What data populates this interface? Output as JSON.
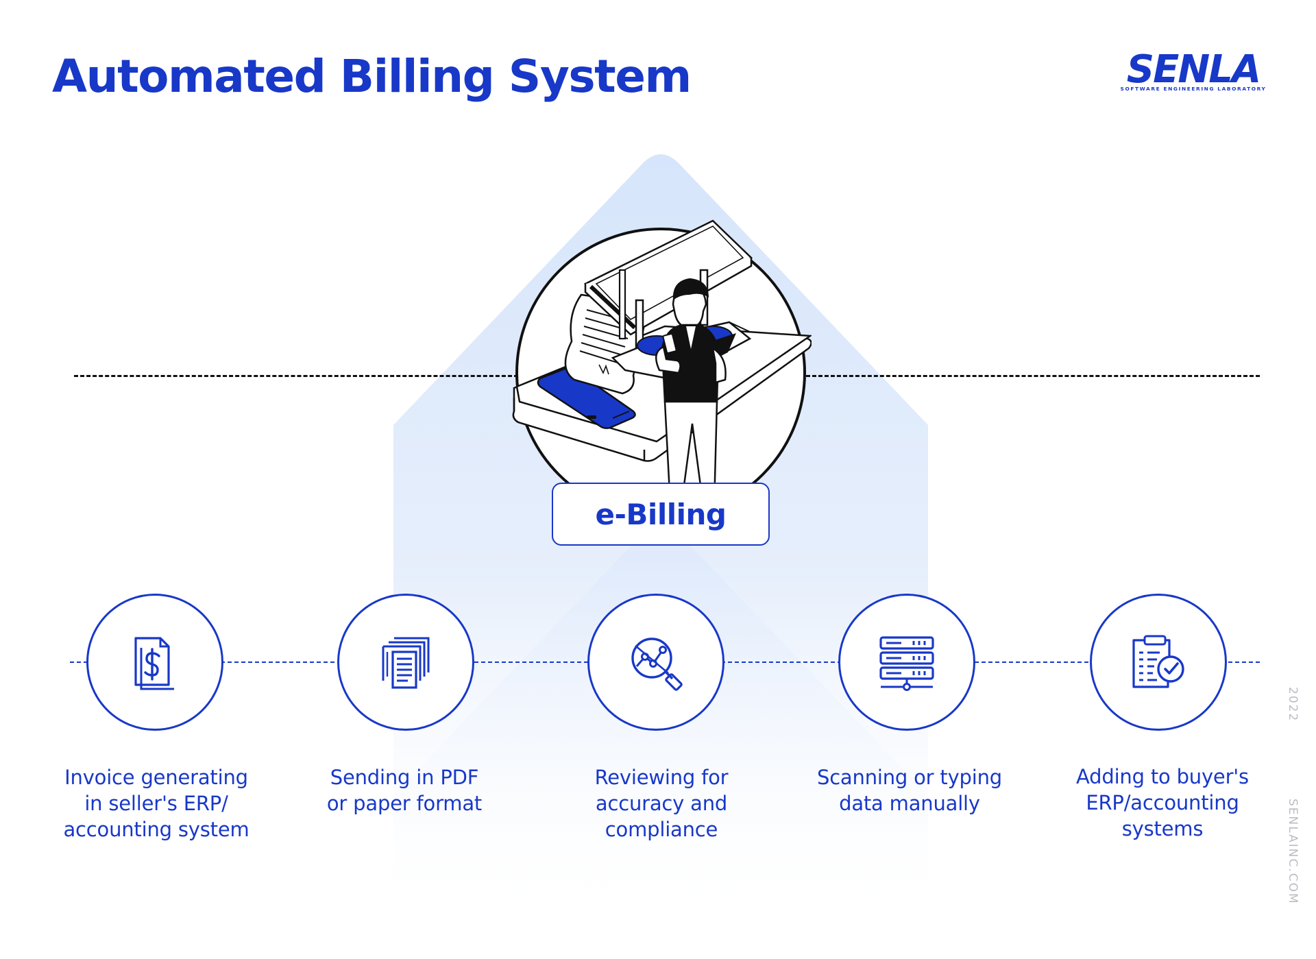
{
  "header": {
    "title": "Automated Billing System",
    "logo_word": "SENLA",
    "logo_subtitle": "SOFTWARE ENGINEERING LABORATORY"
  },
  "center": {
    "label": "e-Billing"
  },
  "steps": [
    {
      "label": "Invoice generating\nin seller's ERP/\naccounting system",
      "icon": "invoice-dollar-icon"
    },
    {
      "label": "Sending in PDF\nor paper format",
      "icon": "paper-documents-icon"
    },
    {
      "label": "Reviewing for\naccuracy and\ncompliance",
      "icon": "magnifier-chart-icon"
    },
    {
      "label": "Scanning or typing\ndata manually",
      "icon": "server-data-icon"
    },
    {
      "label": "Adding to buyer's\nERP/accounting\nsystems",
      "icon": "clipboard-check-icon"
    }
  ],
  "side": {
    "year": "2022",
    "website": "SENLAINC.COM"
  },
  "colors": {
    "brand": "#1838c8",
    "arrow_bg": "#dce8fa",
    "side_text": "#b9bcc6"
  }
}
